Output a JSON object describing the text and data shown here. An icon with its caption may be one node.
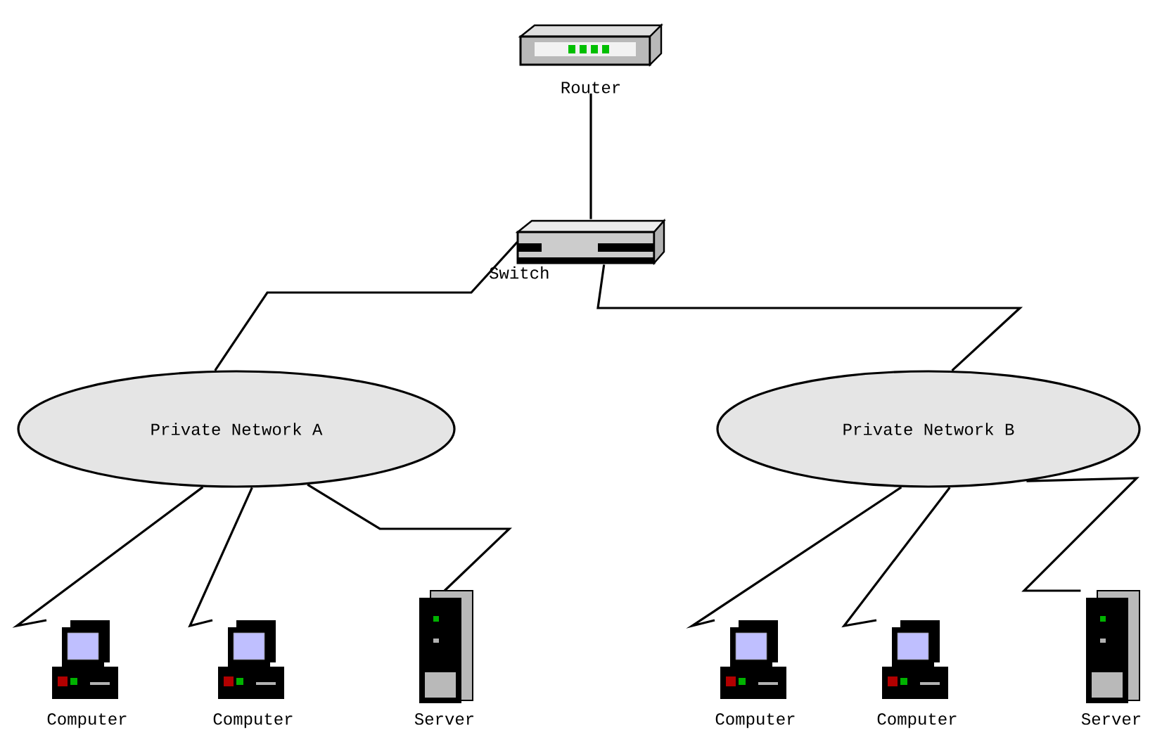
{
  "diagram": {
    "nodes": [
      {
        "text": [
          "Router"
        ]
      },
      {
        "text": [
          "Switch"
        ]
      },
      {
        "text": [
          "Private Network A"
        ]
      },
      {
        "text": [
          "Private Network B"
        ]
      },
      {
        "text": [
          "Computer"
        ]
      },
      {
        "text": [
          "Computer"
        ]
      },
      {
        "text": [
          "Server"
        ]
      },
      {
        "text": [
          "Computer"
        ]
      },
      {
        "text": [
          "Computer"
        ]
      },
      {
        "text": [
          "Server"
        ]
      }
    ],
    "edges": [
      {
        "from": 0,
        "to": 1,
        "arrow": "none"
      },
      {
        "from": 1,
        "to": 2,
        "arrow": "none"
      },
      {
        "from": 1,
        "to": 3,
        "arrow": "none"
      },
      {
        "from": 2,
        "to": 4,
        "arrow": "none"
      },
      {
        "from": 2,
        "to": 5,
        "arrow": "none"
      },
      {
        "from": 2,
        "to": 6,
        "arrow": "none"
      },
      {
        "from": 3,
        "to": 7,
        "arrow": "none"
      },
      {
        "from": 3,
        "to": 8,
        "arrow": "none"
      },
      {
        "from": 3,
        "to": 9,
        "arrow": "none"
      }
    ]
  }
}
